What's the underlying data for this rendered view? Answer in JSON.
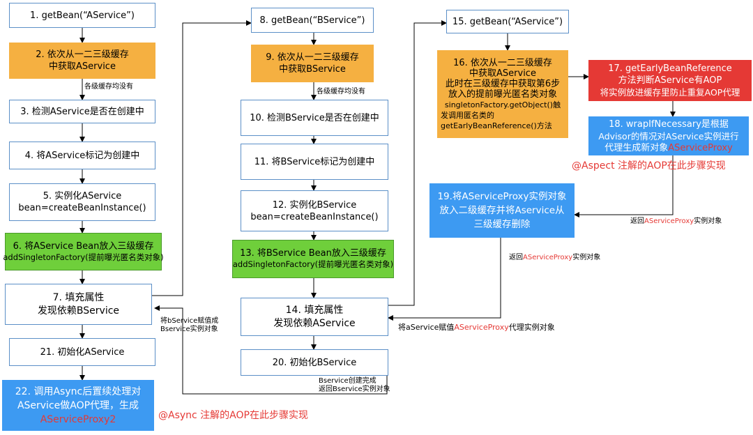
{
  "colors": {
    "orange": "#f5b041",
    "green": "#6fcf3b",
    "blue": "#3d9af2",
    "red": "#e53935",
    "border": "#5b8fc7"
  },
  "col1": {
    "b1": "1. getBean(“AService”)",
    "b2": [
      "2. 依次从一二三级缓存",
      "中获取AService"
    ],
    "note_cache": "各级缓存均没有",
    "b3": "3. 检测AService是否在创建中",
    "b4": "4. 将AService标记为创建中",
    "b5": [
      "5. 实例化AService",
      "bean=createBeanInstance()"
    ],
    "b6": [
      "6. 将AService Bean放入三级缓存",
      "addSingletonFactory(提前曝光匿名类对象)"
    ],
    "b7": [
      "7. 填充属性",
      "发现依赖BService"
    ],
    "b21": "21. 初始化AService",
    "b22": [
      "22. 调用Async后置续处理对",
      "AService做AOP代理，生成"
    ],
    "b22_red": "AServiceProxy2",
    "note_bservice": [
      "将bService赋值成",
      "Bservice实例对象"
    ],
    "anno_async": "@Async 注解的AOP在此步骤实现"
  },
  "col2": {
    "b8": "8. getBean(“BService”)",
    "b9": [
      "9. 依次从一二三级缓存",
      "中获取BService"
    ],
    "note_cache": "各级缓存均没有",
    "b10": "10. 检测BService是否在创建中",
    "b11": "11. 将BService标记为创建中",
    "b12": [
      "12. 实例化BService",
      "bean=createBeanInstance()"
    ],
    "b13": [
      "13. 将BService Bean放入三级缓存",
      "addSingletonFactory(提前曝光匿名类对象)"
    ],
    "b14": [
      "14. 填充属性",
      "发现依赖AService"
    ],
    "b20": "20. 初始化BService",
    "note_done": [
      "Bservice创建完成",
      "返回Bservice实例对象"
    ],
    "note_assign_pre": "将aService赋值",
    "note_assign_red": "AServiceProxy",
    "note_assign_post": "代理实例对象"
  },
  "col3": {
    "b15": "15. getBean(“AService”)",
    "b16": [
      "16. 依次从一二三级缓存",
      "中获取AService",
      "此时在三级缓存中获取第6步",
      "放入的提前曝光匿名类对象"
    ],
    "b16_small": [
      "singletonFactory.getObject()触",
      "发调用匿名类的",
      "getEarlyBeanReference()方法"
    ],
    "b17": [
      "17. getEarlyBeanReference",
      "方法判断AService有AOP",
      "将实例放进缓存里防止重复AOP代理"
    ],
    "b18": [
      "18. wrapIfNecessary是根据",
      "Advisor的情况对AService实例进行",
      "代理生成新对象"
    ],
    "b18_red": "AServiceProxy",
    "anno_aspect": "@Aspect 注解的AOP在此步骤实现",
    "b19": [
      "19.将AServiceProxy实例对象",
      "放入二级缓存并将Aservice从",
      "三级缓存删除"
    ],
    "note_return1_pre": "返回",
    "note_return1_red": "AServiceProxy",
    "note_return1_post": "实例对象",
    "note_return2_pre": "返回",
    "note_return2_red": "AServiceProxy",
    "note_return2_post": "实例对象"
  }
}
